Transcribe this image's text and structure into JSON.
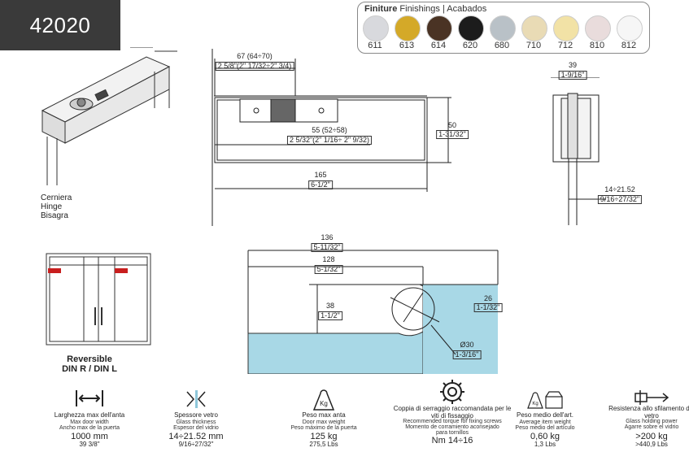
{
  "product_code": "42020",
  "finishes": {
    "title_bold": "Finiture",
    "title_rest": " Finishings | Acabados",
    "items": [
      {
        "code": "611",
        "color": "#d8d9dd"
      },
      {
        "code": "613",
        "color": "#d4a928"
      },
      {
        "code": "614",
        "color": "#4a3324"
      },
      {
        "code": "620",
        "color": "#1c1c1c"
      },
      {
        "code": "680",
        "color": "#b9c1c7"
      },
      {
        "code": "710",
        "color": "#e9dbb5"
      },
      {
        "code": "712",
        "color": "#f2e2a6"
      },
      {
        "code": "810",
        "color": "#e9dcdc"
      },
      {
        "code": "812",
        "color": "#f6f6f6"
      }
    ]
  },
  "hinge_labels": [
    "Cerniera",
    "Hinge",
    "Bisagra"
  ],
  "dims": {
    "d67": "67 (64÷70)",
    "d67_in": "2 5/8\"(2\" 17/32÷2\" 3/4)",
    "d55": "55 (52÷58)",
    "d55_in": "2 5/32\"(2\" 1/16÷ 2\" 9/32)",
    "d165": "165",
    "d165_in": "6-1/2\"",
    "d50": "50",
    "d50_in": "1-31/32\"",
    "d39": "39",
    "d39_in": "1-9/16\"",
    "dglass": "14÷21.52",
    "dglass_in": "9/16÷27/32\"",
    "d136": "136",
    "d136_in": "5-11/32\"",
    "d128": "128",
    "d128_in": "5-1/32\"",
    "d38": "38",
    "d38_in": "1-1/2\"",
    "d26": "26",
    "d26_in": "1-1/32\"",
    "d30": "Ø30",
    "d30_in": "1-3/16\""
  },
  "reversible": {
    "line1": "Reversible",
    "line2": "DIN R / DIN L"
  },
  "specs": [
    {
      "title": "Larghezza max dell'anta",
      "sub1": "Max door width",
      "sub2": "Ancho max de la puerta",
      "value": "1000 mm",
      "value2": "39 3/8\"",
      "icon": "width-icon"
    },
    {
      "title": "Spessore vetro",
      "sub1": "Glass thickness",
      "sub2": "Espesor del vidrio",
      "value": "14÷21.52 mm",
      "value2": "9/16÷27/32\"",
      "icon": "glass-thickness-icon"
    },
    {
      "title": "Peso max anta",
      "sub1": "Door max weight",
      "sub2": "Peso máximo de la puerta",
      "value": "125 kg",
      "value2": "275,5 Lbs",
      "icon": "weight-icon",
      "icon_text": "Kg"
    },
    {
      "title": "Coppia di serraggio raccomandata per le viti di fissaggio",
      "sub1": "Recommended torque for fixing screws",
      "sub2": "Momento de corramiento aconsejado para tornillos",
      "value": "Nm 14÷16",
      "value2": "",
      "icon": "torque-gear-icon"
    },
    {
      "title": "Peso medio dell'art.",
      "sub1": "Average item weight",
      "sub2": "Peso medio del artículo",
      "value": "0,60 kg",
      "value2": "1,3 Lbs",
      "icon": "item-weight-icon",
      "icon_text": "Kg"
    },
    {
      "title": "Resistenza allo sfilamento del vetro",
      "sub1": "Glass holding power",
      "sub2": "Agarre sobre el vidrio",
      "value": ">200 kg",
      "value2": ">440,9 Lbs",
      "icon": "glass-holding-icon"
    }
  ]
}
